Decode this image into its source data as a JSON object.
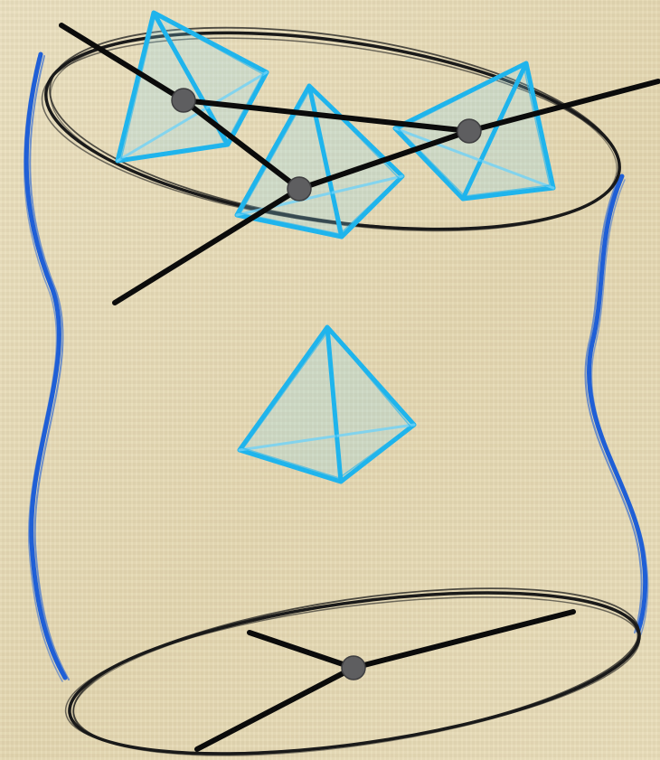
{
  "colors": {
    "background": "#e8dcb8",
    "ellipse_stroke": "#1a1a1a",
    "side_curve": "#1f5fd6",
    "tetra_edge": "#1fb4ec",
    "tetra_face": "#6fd2f7",
    "line": "#0b0b0b",
    "node": "#5e5e60"
  },
  "diagram": {
    "top_ellipse": "ellipse",
    "bottom_ellipse": "ellipse",
    "side_curves": [
      "side-curve",
      "side-curve"
    ],
    "tetrahedra": [
      "tetrahedron",
      "tetrahedron",
      "tetrahedron",
      "tetrahedron"
    ],
    "top_nodes": [
      "node",
      "node",
      "node"
    ],
    "bottom_nodes": [
      "node"
    ]
  }
}
